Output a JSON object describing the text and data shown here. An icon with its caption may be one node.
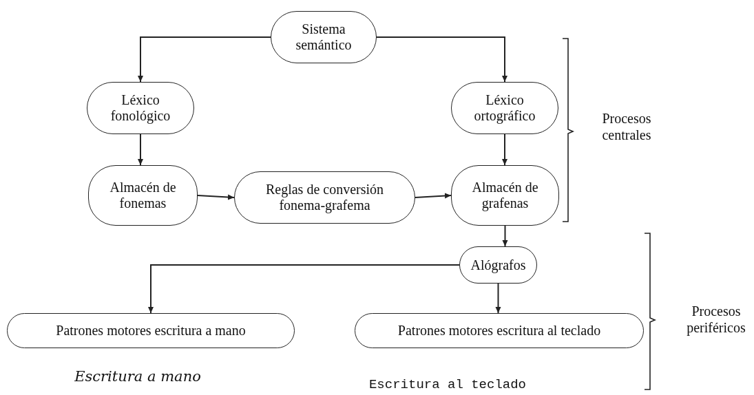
{
  "diagram": {
    "nodes": [
      {
        "text": [
          "Sistema semántico"
        ]
      },
      {
        "text": [
          "Léxico fonológico"
        ]
      },
      {
        "text": [
          "Léxico ortográfico"
        ]
      },
      {
        "text": [
          "Almacén de fonemas"
        ]
      },
      {
        "text": [
          "Reglas de conversión fonema-grafema"
        ]
      },
      {
        "text": [
          "Almacén de grafenas"
        ]
      },
      {
        "text": [
          "Alógrafos"
        ]
      },
      {
        "text": [
          "Patrones motores escritura a mano"
        ]
      },
      {
        "text": [
          "Patrones motores escritura al teclado"
        ]
      }
    ],
    "edges": [
      {
        "from": 0,
        "to": 1,
        "arrow": "to"
      },
      {
        "from": 0,
        "to": 2,
        "arrow": "to"
      },
      {
        "from": 1,
        "to": 3,
        "arrow": "to"
      },
      {
        "from": 2,
        "to": 5,
        "arrow": "to"
      },
      {
        "from": 3,
        "to": 4,
        "arrow": "to"
      },
      {
        "from": 4,
        "to": 5,
        "arrow": "to"
      },
      {
        "from": 5,
        "to": 6,
        "arrow": "to"
      },
      {
        "from": 6,
        "to": 7,
        "arrow": "to"
      },
      {
        "from": 6,
        "to": 8,
        "arrow": "to"
      }
    ],
    "labels": [
      "Procesos centrales",
      "Procesos periféricos",
      "Escritura a mano",
      "Escritura al teclado"
    ]
  }
}
